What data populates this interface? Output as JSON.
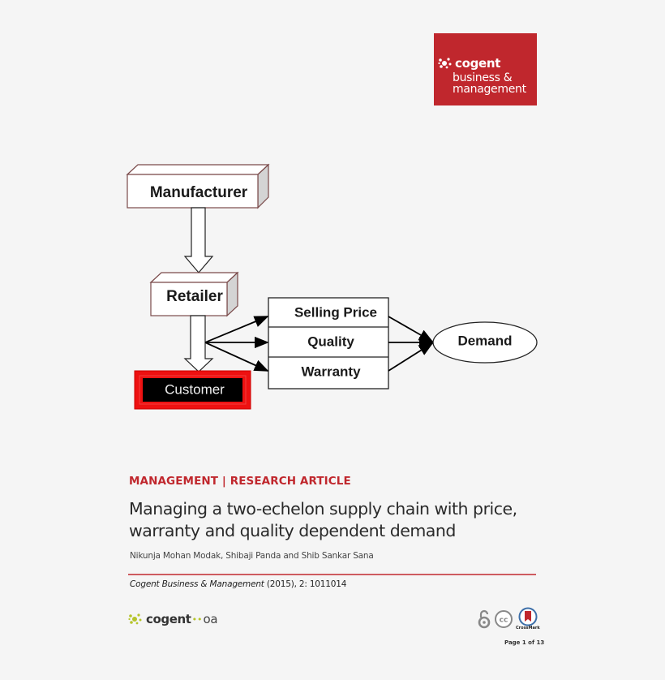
{
  "brand": {
    "logo_word": "cogent",
    "line1": "business &",
    "line2": "management",
    "color": "#c0272d"
  },
  "diagram": {
    "nodes": {
      "manufacturer": "Manufacturer",
      "retailer": "Retailer",
      "customer": "Customer",
      "selling_price": "Selling Price",
      "quality": "Quality",
      "warranty": "Warranty",
      "demand": "Demand"
    }
  },
  "article": {
    "category": "MANAGEMENT | RESEARCH ARTICLE",
    "title_line1": "Managing a two-echelon supply chain with price,",
    "title_line2": "warranty and quality dependent demand",
    "authors": "Nikunja Mohan Modak, Shibaji Panda and Shib Sankar Sana",
    "citation_journal": "Cogent Business & Management",
    "citation_rest": " (2015), 2: 1011014"
  },
  "footer": {
    "oa_logo_word": "cogent",
    "oa_link": "••",
    "oa_suffix": "oa",
    "badges": [
      "open-access-icon",
      "creative-commons-icon",
      "crossmark-icon"
    ],
    "crossmark_label": "CrossMark",
    "cc_label": "cc",
    "page_number": "Page 1 of 13"
  }
}
